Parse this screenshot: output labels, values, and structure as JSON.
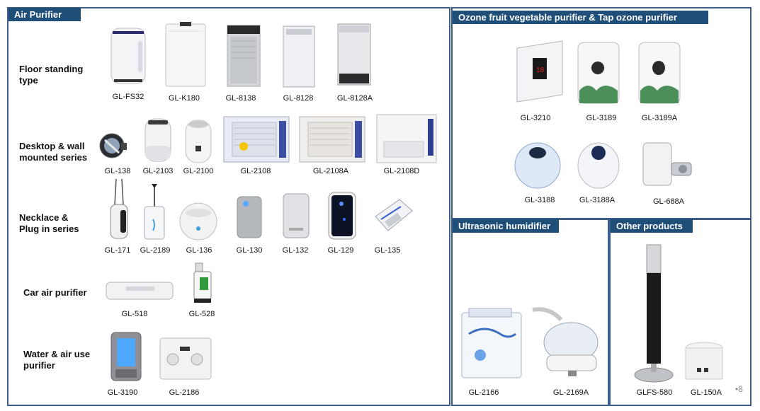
{
  "sections": {
    "air_purifier": "Air Purifier",
    "ozone": "Ozone fruit  vegetable purifier & Tap ozone purifier",
    "humidifier": "Ultrasonic humidifier",
    "other": "Other products"
  },
  "categories": {
    "floor": "Floor standing type",
    "desktop": "Desktop & wall mounted series",
    "necklace": "Necklace & Plug in series",
    "car": "Car air purifier",
    "water": "Water & air use purifier"
  },
  "models": {
    "fs32": "GL-FS32",
    "k180": "GL-K180",
    "m8138": "GL-8138",
    "m8128": "GL-8128",
    "m8128a": "GL-8128A",
    "m138": "GL-138",
    "m2103": "GL-2103",
    "m2100": "GL-2100",
    "m2108": "GL-2108",
    "m2108a": "GL-2108A",
    "m2108d": "GL-2108D",
    "m171": "GL-171",
    "m2189": "GL-2189",
    "m136": "GL-136",
    "m130": "GL-130",
    "m132": "GL-132",
    "m129": "GL-129",
    "m135": "GL-135",
    "m518": "GL-518",
    "m528": "GL-528",
    "m3190": "GL-3190",
    "m2186": "GL-2186",
    "m3210": "GL-3210",
    "m3189": "GL-3189",
    "m3189a": "GL-3189A",
    "m3188": "GL-3188",
    "m3188a": "GL-3188A",
    "m688a": "GL-688A",
    "m2166": "GL-2166",
    "m2169a": "GL-2169A",
    "fs580": "GLFS-580",
    "m150a": "GL-150A"
  },
  "page_number": "•8"
}
